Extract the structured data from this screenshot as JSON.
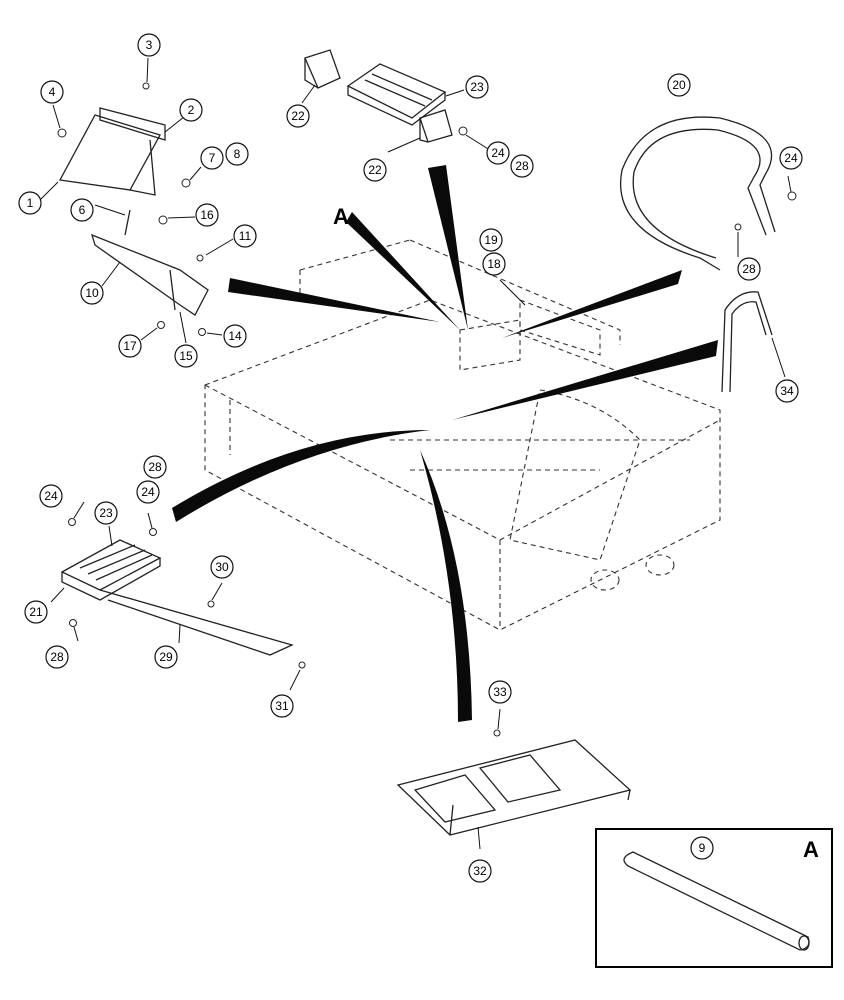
{
  "view_label": "A",
  "detail": {
    "label": "A",
    "part": "9"
  },
  "callouts": {
    "c1": "1",
    "c2": "2",
    "c3": "3",
    "c4": "4",
    "c6": "6",
    "c7": "7",
    "c8": "8",
    "c10": "10",
    "c11": "11",
    "c14": "14",
    "c15": "15",
    "c16": "16",
    "c17": "17",
    "c18": "18",
    "c19": "19",
    "c20": "20",
    "c21": "21",
    "c22a": "22",
    "c22b": "22",
    "c23a": "23",
    "c23b": "23",
    "c24a": "24",
    "c24b": "24",
    "c24c": "24",
    "c24d": "24",
    "c28a": "28",
    "c28b": "28",
    "c28c": "28",
    "c28d": "28",
    "c29": "29",
    "c30": "30",
    "c31": "31",
    "c32": "32",
    "c33": "33",
    "c34": "34"
  }
}
